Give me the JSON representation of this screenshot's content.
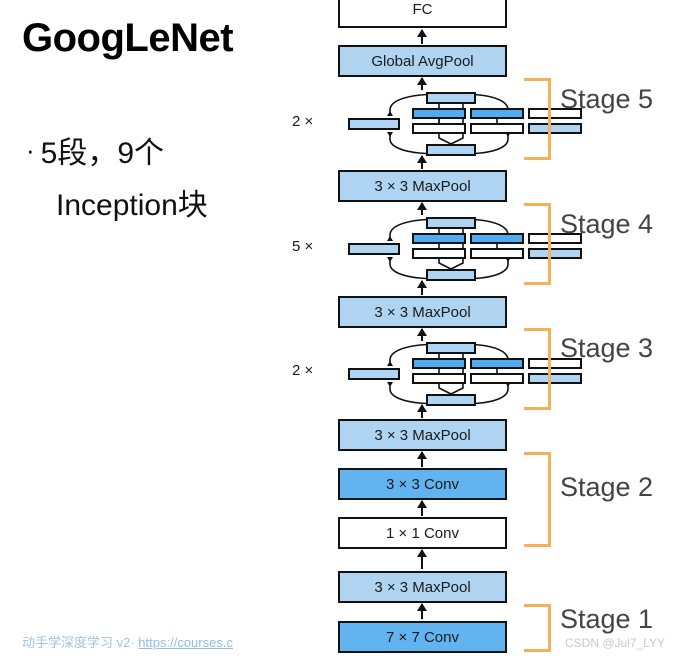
{
  "slide": {
    "title": "GoogLeNet",
    "bullet_marker": "·",
    "bullet_line1": "5段，9个",
    "bullet_line2": "Inception块",
    "footer_text": "动手学深度学习 v2·",
    "footer_link": "https://courses.c",
    "watermark": "CSDN @Jul7_LYY",
    "colors": {
      "light_blue": "#aed4f2",
      "blue": "#62b4f0",
      "white": "#ffffff",
      "bracket_orange": "#f5b05a",
      "stage_text": "#444444",
      "footer_blue": "#9fc4e0"
    }
  },
  "diagram": {
    "nodes": [
      {
        "id": "fc",
        "label": "FC",
        "fill": "white"
      },
      {
        "id": "gap",
        "label": "Global AvgPool",
        "fill": "light"
      },
      {
        "id": "maxpool4",
        "label": "3 × 3 MaxPool",
        "fill": "light"
      },
      {
        "id": "maxpool3",
        "label": "3 × 3 MaxPool",
        "fill": "light"
      },
      {
        "id": "maxpool2",
        "label": "3 × 3 MaxPool",
        "fill": "light"
      },
      {
        "id": "conv3x3",
        "label": "3 × 3 Conv",
        "fill": "blue"
      },
      {
        "id": "conv1x1",
        "label": "1 × 1 Conv",
        "fill": "white"
      },
      {
        "id": "maxpool1",
        "label": "3 × 3 MaxPool",
        "fill": "light"
      },
      {
        "id": "conv7x7",
        "label": "7 × 7 Conv",
        "fill": "blue"
      }
    ],
    "inception_blocks": [
      {
        "id": "inception5",
        "multiplier": "2 ×"
      },
      {
        "id": "inception4",
        "multiplier": "5 ×"
      },
      {
        "id": "inception3",
        "multiplier": "2 ×"
      }
    ],
    "stages": [
      {
        "id": "stage5",
        "label": "Stage 5"
      },
      {
        "id": "stage4",
        "label": "Stage 4"
      },
      {
        "id": "stage3",
        "label": "Stage 3"
      },
      {
        "id": "stage2",
        "label": "Stage 2"
      },
      {
        "id": "stage1",
        "label": "Stage 1"
      }
    ]
  },
  "chart_data": {
    "type": "diagram",
    "title": "GoogLeNet architecture block diagram",
    "flow_bottom_to_top": [
      "7 × 7 Conv",
      "3 × 3 MaxPool",
      "1 × 1 Conv",
      "3 × 3 Conv",
      "3 × 3 MaxPool",
      "Inception × 2",
      "3 × 3 MaxPool",
      "Inception × 5",
      "3 × 3 MaxPool",
      "Inception × 2",
      "Global AvgPool",
      "FC"
    ],
    "stage_groups": [
      {
        "stage": "Stage 1",
        "members": [
          "7 × 7 Conv",
          "3 × 3 MaxPool"
        ]
      },
      {
        "stage": "Stage 2",
        "members": [
          "1 × 1 Conv",
          "3 × 3 Conv",
          "3 × 3 MaxPool"
        ]
      },
      {
        "stage": "Stage 3",
        "members": [
          "Inception × 2",
          "3 × 3 MaxPool"
        ]
      },
      {
        "stage": "Stage 4",
        "members": [
          "Inception × 5",
          "3 × 3 MaxPool"
        ]
      },
      {
        "stage": "Stage 5",
        "members": [
          "Inception × 2",
          "Global AvgPool"
        ]
      }
    ],
    "total_inception_blocks": 9,
    "total_stages": 5
  }
}
